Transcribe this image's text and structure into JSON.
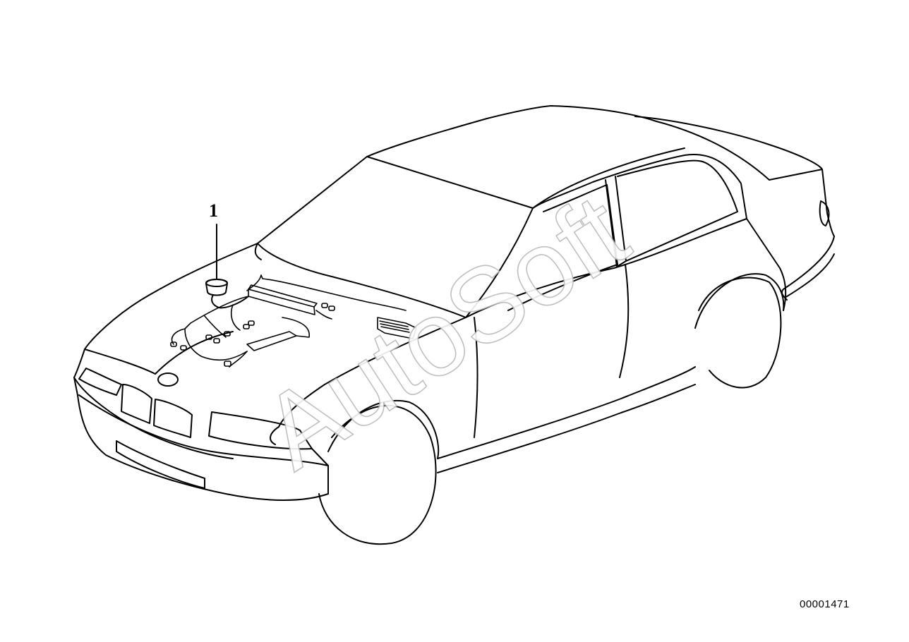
{
  "diagram": {
    "callout_label": "1",
    "diagram_id": "00001471",
    "watermark": "AutoSoft"
  },
  "colors": {
    "line": "#000000",
    "background": "#ffffff",
    "watermark_outline": "#b9b9b9"
  },
  "parts": [
    {
      "callout": "1",
      "part": "fuse-holder-connector-icon"
    }
  ]
}
